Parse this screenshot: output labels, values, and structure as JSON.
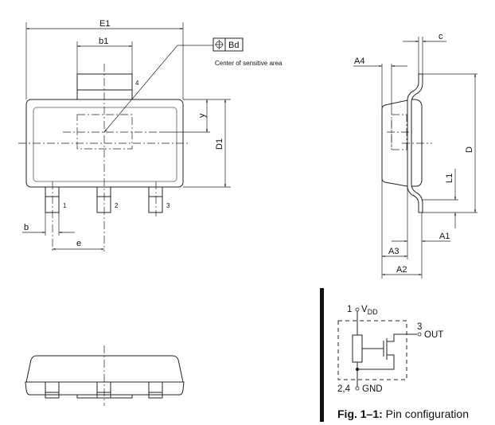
{
  "top_view": {
    "dim_E1": "E1",
    "dim_b1": "b1",
    "dim_D1": "D1",
    "dim_y": "y",
    "dim_b": "b",
    "dim_e": "e",
    "pin_labels": [
      "1",
      "2",
      "3",
      "4"
    ],
    "tolerance_symbol": "position-icon",
    "tolerance_ref": "Bd",
    "note": "Center of sensitive area"
  },
  "side_view": {
    "dim_c": "c",
    "dim_A4": "A4",
    "dim_D": "D",
    "dim_L1": "L1",
    "dim_A1": "A1",
    "dim_A3": "A3",
    "dim_A2": "A2"
  },
  "pin_configuration": {
    "pin1_number": "1",
    "pin1_name": "V",
    "pin1_subscript": "DD",
    "pin3_number": "3",
    "pin3_name": "OUT",
    "pin24_number": "2,4",
    "pin24_name": "GND",
    "caption_prefix": "Fig. 1–1:",
    "caption_text": " Pin configuration"
  }
}
